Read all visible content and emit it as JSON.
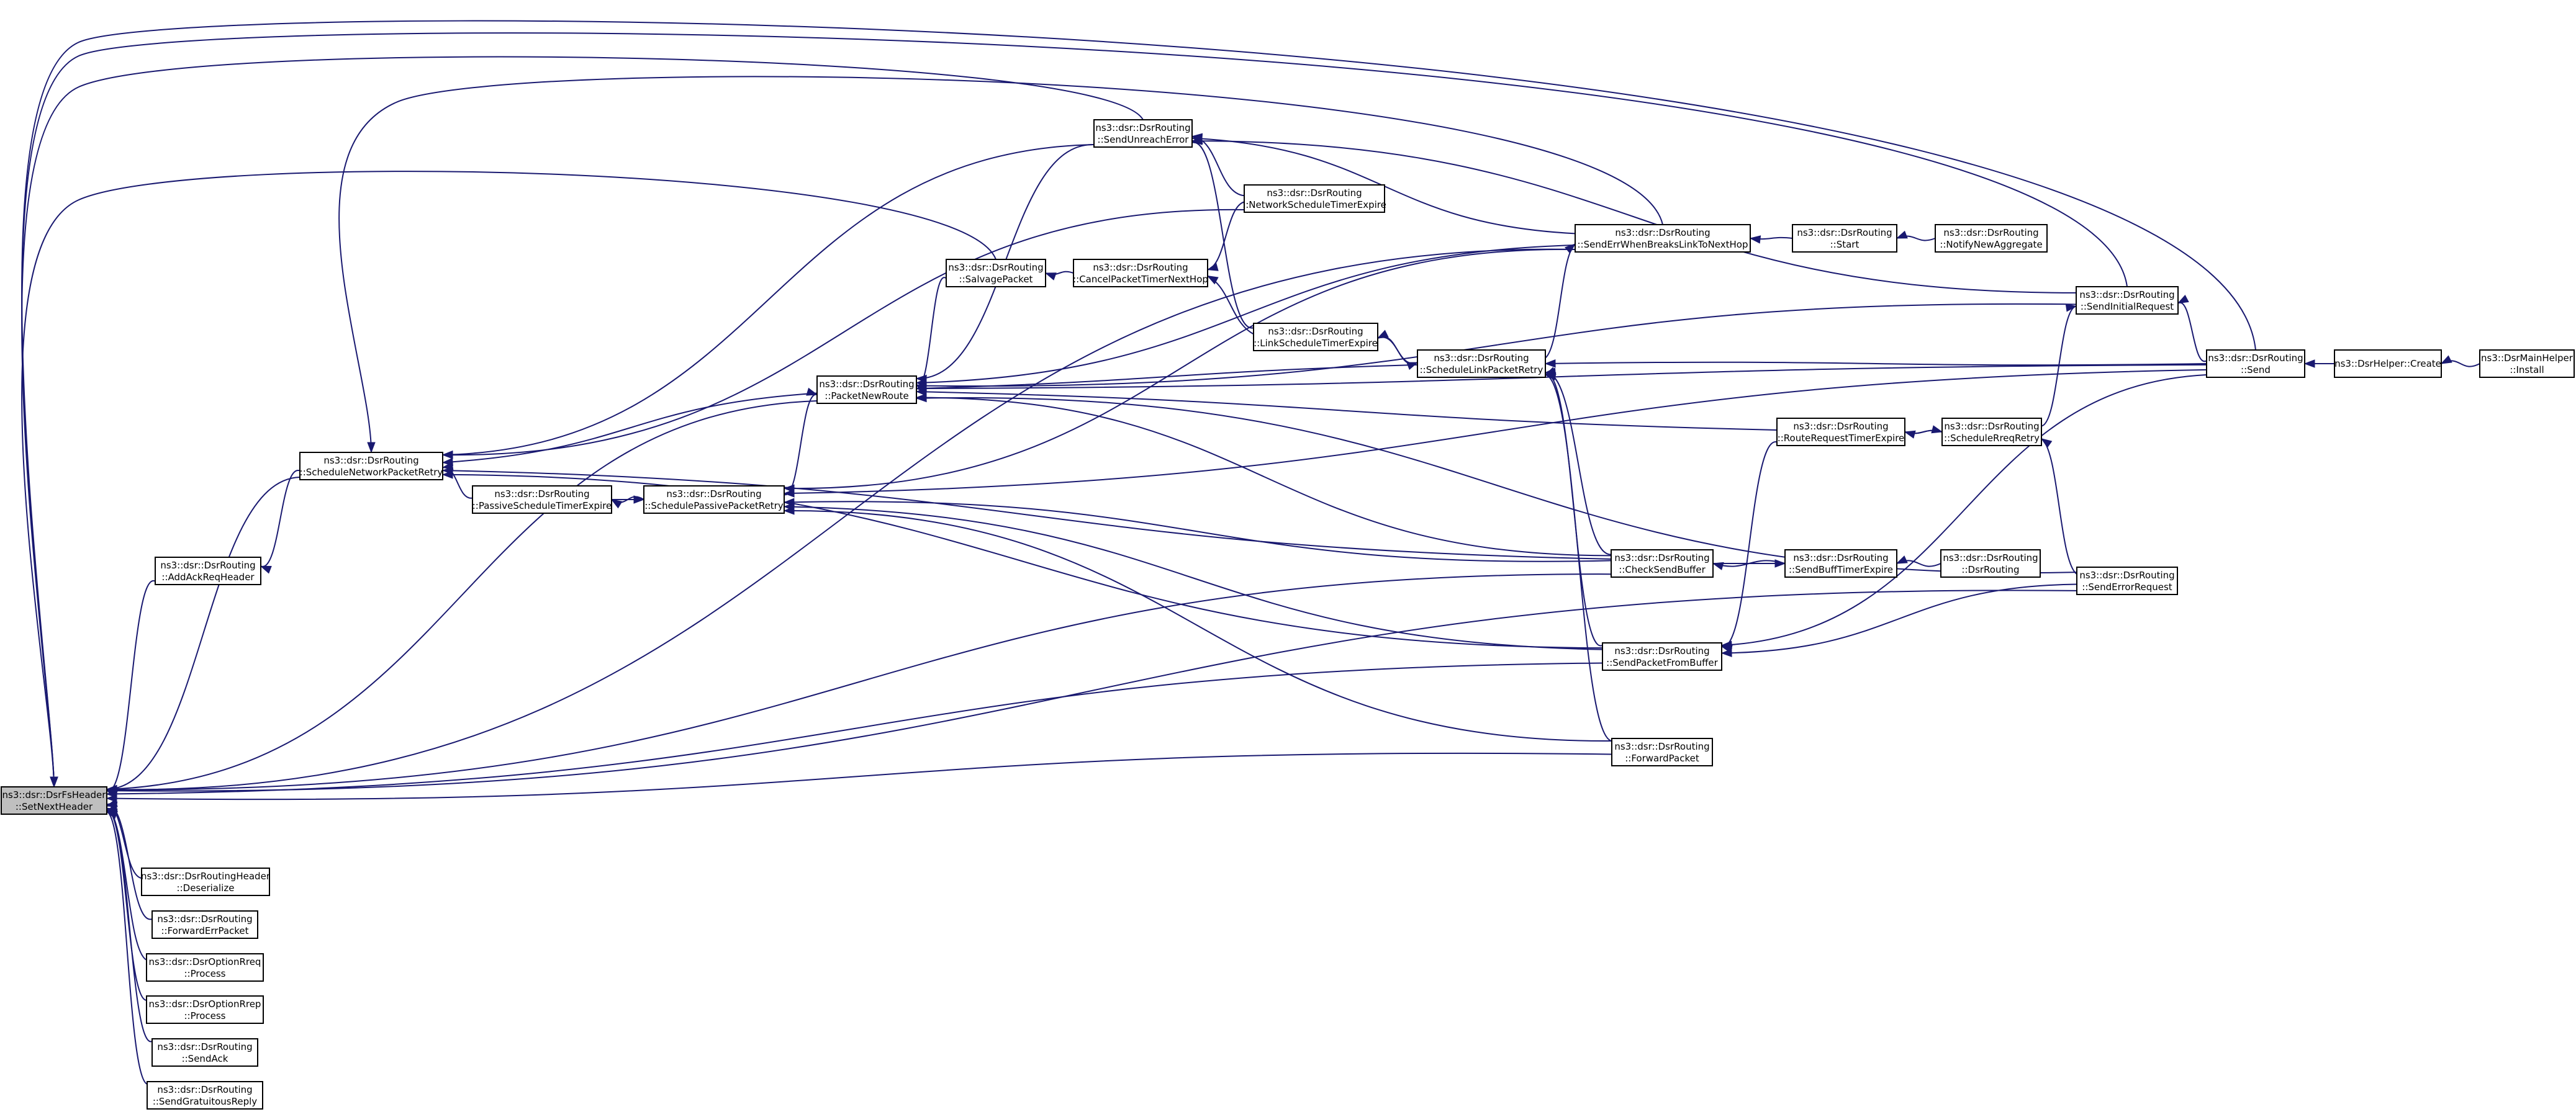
{
  "diagram": {
    "kind": "doxygen-caller-graph",
    "colors": {
      "edge": "#191970",
      "root_fill": "#bfbfbf",
      "node_fill": "#ffffff",
      "node_border": "#000000"
    },
    "nodes": [
      {
        "id": "setnextheader",
        "l1": "ns3::dsr::DsrFsHeader",
        "l2": "::SetNextHeader",
        "root": true
      },
      {
        "id": "addackreqheader",
        "l1": "ns3::dsr::DsrRouting",
        "l2": "::AddAckReqHeader"
      },
      {
        "id": "deserialize",
        "l1": "ns3::dsr::DsrRoutingHeader",
        "l2": "::Deserialize"
      },
      {
        "id": "forwarderrpacket",
        "l1": "ns3::dsr::DsrRouting",
        "l2": "::ForwardErrPacket"
      },
      {
        "id": "rreqprocess",
        "l1": "ns3::dsr::DsrOptionRreq",
        "l2": "::Process"
      },
      {
        "id": "rrepprocess",
        "l1": "ns3::dsr::DsrOptionRrep",
        "l2": "::Process"
      },
      {
        "id": "sendack",
        "l1": "ns3::dsr::DsrRouting",
        "l2": "::SendAck"
      },
      {
        "id": "sendgratuitousreply",
        "l1": "ns3::dsr::DsrRouting",
        "l2": "::SendGratuitousReply"
      },
      {
        "id": "schedulenetworkpacketretry",
        "l1": "ns3::dsr::DsrRouting",
        "l2": "::ScheduleNetworkPacketRetry"
      },
      {
        "id": "passivescheduletimerexpire",
        "l1": "ns3::dsr::DsrRouting",
        "l2": "::PassiveScheduleTimerExpire"
      },
      {
        "id": "schedulepassivepacketretry",
        "l1": "ns3::dsr::DsrRouting",
        "l2": "::SchedulePassivePacketRetry"
      },
      {
        "id": "packetnewroute",
        "l1": "ns3::dsr::DsrRouting",
        "l2": "::PacketNewRoute"
      },
      {
        "id": "salvagepacket",
        "l1": "ns3::dsr::DsrRouting",
        "l2": "::SalvagePacket"
      },
      {
        "id": "cancelpackettimernexthop",
        "l1": "ns3::dsr::DsrRouting",
        "l2": "::CancelPacketTimerNextHop"
      },
      {
        "id": "sendunreacherror",
        "l1": "ns3::dsr::DsrRouting",
        "l2": "::SendUnreachError"
      },
      {
        "id": "networkscheduletimerexpire",
        "l1": "ns3::dsr::DsrRouting",
        "l2": "::NetworkScheduleTimerExpire"
      },
      {
        "id": "linkscheduletimerexpire",
        "l1": "ns3::dsr::DsrRouting",
        "l2": "::LinkScheduleTimerExpire"
      },
      {
        "id": "schedulelinkpacketretry",
        "l1": "ns3::dsr::DsrRouting",
        "l2": "::ScheduleLinkPacketRetry"
      },
      {
        "id": "senderrwhenbreakslinktonexthop",
        "l1": "ns3::dsr::DsrRouting",
        "l2": "::SendErrWhenBreaksLinkToNextHop"
      },
      {
        "id": "start",
        "l1": "ns3::dsr::DsrRouting",
        "l2": "::Start"
      },
      {
        "id": "notifynewaggregate",
        "l1": "ns3::dsr::DsrRouting",
        "l2": "::NotifyNewAggregate"
      },
      {
        "id": "checksendbuffer",
        "l1": "ns3::dsr::DsrRouting",
        "l2": "::CheckSendBuffer"
      },
      {
        "id": "sendpacketfrombuffer",
        "l1": "ns3::dsr::DsrRouting",
        "l2": "::SendPacketFromBuffer"
      },
      {
        "id": "forwardpacket",
        "l1": "ns3::dsr::DsrRouting",
        "l2": "::ForwardPacket"
      },
      {
        "id": "routerequesttimerexpire",
        "l1": "ns3::dsr::DsrRouting",
        "l2": "::RouteRequestTimerExpire"
      },
      {
        "id": "sendbufftimerexpire",
        "l1": "ns3::dsr::DsrRouting",
        "l2": "::SendBuffTimerExpire"
      },
      {
        "id": "dsrrouting",
        "l1": "ns3::dsr::DsrRouting",
        "l2": "::DsrRouting"
      },
      {
        "id": "schedulerreqretry",
        "l1": "ns3::dsr::DsrRouting",
        "l2": "::ScheduleRreqRetry"
      },
      {
        "id": "sendinitialrequest",
        "l1": "ns3::dsr::DsrRouting",
        "l2": "::SendInitialRequest"
      },
      {
        "id": "senderrorrequest",
        "l1": "ns3::dsr::DsrRouting",
        "l2": "::SendErrorRequest"
      },
      {
        "id": "send",
        "l1": "ns3::dsr::DsrRouting",
        "l2": "::Send"
      },
      {
        "id": "create",
        "l1": "ns3::DsrHelper::Create",
        "l2": ""
      },
      {
        "id": "install",
        "l1": "ns3::DsrMainHelper",
        "l2": "::Install"
      }
    ],
    "edges": [
      [
        "addackreqheader",
        "setnextheader"
      ],
      [
        "deserialize",
        "setnextheader"
      ],
      [
        "forwarderrpacket",
        "setnextheader"
      ],
      [
        "rreqprocess",
        "setnextheader"
      ],
      [
        "rrepprocess",
        "setnextheader"
      ],
      [
        "sendack",
        "setnextheader"
      ],
      [
        "sendgratuitousreply",
        "setnextheader"
      ],
      [
        "schedulenetworkpacketretry",
        "setnextheader"
      ],
      [
        "packetnewroute",
        "setnextheader"
      ],
      [
        "salvagepacket",
        "setnextheader"
      ],
      [
        "sendunreacherror",
        "setnextheader"
      ],
      [
        "senderrwhenbreakslinktonexthop",
        "setnextheader"
      ],
      [
        "checksendbuffer",
        "setnextheader"
      ],
      [
        "sendpacketfrombuffer",
        "setnextheader"
      ],
      [
        "forwardpacket",
        "setnextheader"
      ],
      [
        "sendinitialrequest",
        "setnextheader"
      ],
      [
        "send",
        "setnextheader"
      ],
      [
        "schedulenetworkpacketretry",
        "addackreqheader"
      ],
      [
        "passivescheduletimerexpire",
        "schedulenetworkpacketretry"
      ],
      [
        "packetnewroute",
        "schedulenetworkpacketretry"
      ],
      [
        "networkscheduletimerexpire",
        "schedulenetworkpacketretry"
      ],
      [
        "senderrwhenbreakslinktonexthop",
        "schedulenetworkpacketretry"
      ],
      [
        "checksendbuffer",
        "schedulenetworkpacketretry"
      ],
      [
        "sendpacketfrombuffer",
        "schedulenetworkpacketretry"
      ],
      [
        "sendunreacherror",
        "schedulenetworkpacketretry"
      ],
      [
        "schedulepassivepacketretry",
        "passivescheduletimerexpire"
      ],
      [
        "passivescheduletimerexpire",
        "schedulepassivepacketretry"
      ],
      [
        "checksendbuffer",
        "schedulepassivepacketretry"
      ],
      [
        "sendpacketfrombuffer",
        "schedulepassivepacketretry"
      ],
      [
        "forwardpacket",
        "schedulepassivepacketretry"
      ],
      [
        "send",
        "schedulepassivepacketretry"
      ],
      [
        "senderrwhenbreakslinktonexthop",
        "schedulepassivepacketretry"
      ],
      [
        "schedulepassivepacketretry",
        "packetnewroute"
      ],
      [
        "salvagepacket",
        "packetnewroute"
      ],
      [
        "sendunreacherror",
        "packetnewroute"
      ],
      [
        "schedulelinkpacketretry",
        "packetnewroute"
      ],
      [
        "routerequesttimerexpire",
        "packetnewroute"
      ],
      [
        "checksendbuffer",
        "packetnewroute"
      ],
      [
        "senderrwhenbreakslinktonexthop",
        "packetnewroute"
      ],
      [
        "sendinitialrequest",
        "packetnewroute"
      ],
      [
        "send",
        "packetnewroute"
      ],
      [
        "senderrorrequest",
        "packetnewroute"
      ],
      [
        "cancelpackettimernexthop",
        "salvagepacket"
      ],
      [
        "networkscheduletimerexpire",
        "cancelpackettimernexthop"
      ],
      [
        "linkscheduletimerexpire",
        "cancelpackettimernexthop"
      ],
      [
        "networkscheduletimerexpire",
        "sendunreacherror"
      ],
      [
        "linkscheduletimerexpire",
        "sendunreacherror"
      ],
      [
        "senderrwhenbreakslinktonexthop",
        "sendunreacherror"
      ],
      [
        "sendinitialrequest",
        "sendunreacherror"
      ],
      [
        "schedulelinkpacketretry",
        "linkscheduletimerexpire"
      ],
      [
        "linkscheduletimerexpire",
        "schedulelinkpacketretry"
      ],
      [
        "checksendbuffer",
        "schedulelinkpacketretry"
      ],
      [
        "sendpacketfrombuffer",
        "schedulelinkpacketretry"
      ],
      [
        "forwardpacket",
        "schedulelinkpacketretry"
      ],
      [
        "send",
        "schedulelinkpacketretry"
      ],
      [
        "schedulelinkpacketretry",
        "senderrwhenbreakslinktonexthop"
      ],
      [
        "start",
        "senderrwhenbreakslinktonexthop"
      ],
      [
        "notifynewaggregate",
        "start"
      ],
      [
        "sendbufftimerexpire",
        "checksendbuffer"
      ],
      [
        "checksendbuffer",
        "sendbufftimerexpire"
      ],
      [
        "dsrrouting",
        "sendbufftimerexpire"
      ],
      [
        "routerequesttimerexpire",
        "sendpacketfrombuffer"
      ],
      [
        "senderrorrequest",
        "sendpacketfrombuffer"
      ],
      [
        "send",
        "sendpacketfrombuffer"
      ],
      [
        "schedulerreqretry",
        "routerequesttimerexpire"
      ],
      [
        "routerequesttimerexpire",
        "schedulerreqretry"
      ],
      [
        "senderrorrequest",
        "schedulerreqretry"
      ],
      [
        "schedulerreqretry",
        "sendinitialrequest"
      ],
      [
        "send",
        "sendinitialrequest"
      ],
      [
        "senderrorrequest",
        "setnextheader"
      ],
      [
        "create",
        "send"
      ],
      [
        "install",
        "create"
      ]
    ]
  }
}
